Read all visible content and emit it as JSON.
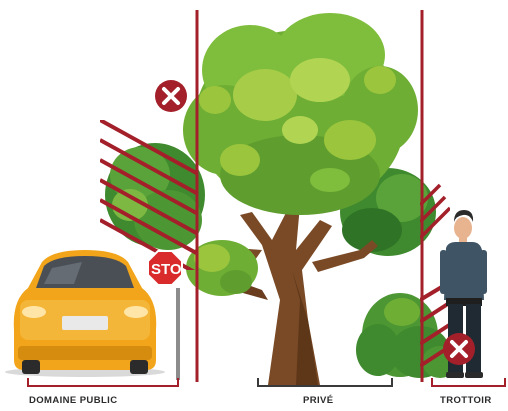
{
  "labels": {
    "domaine_public": "DOMAINE PUBLIC",
    "prive": "PRIVÉ",
    "trottoir": "TROTTOIR"
  },
  "sign": {
    "stop_text": "STO"
  },
  "icons": {
    "forbidden_left": "x-circle-icon",
    "forbidden_right": "x-circle-icon"
  },
  "colors": {
    "boundary": "#a3202a",
    "forbidden_badge": "#a3202a",
    "foliage_light": "#9bc53d",
    "foliage_dark": "#3f8a2e",
    "trunk": "#7a4a26",
    "car": "#f2a51a",
    "bracket": "#a3202a",
    "bracket_center": "#3a3a3a"
  }
}
